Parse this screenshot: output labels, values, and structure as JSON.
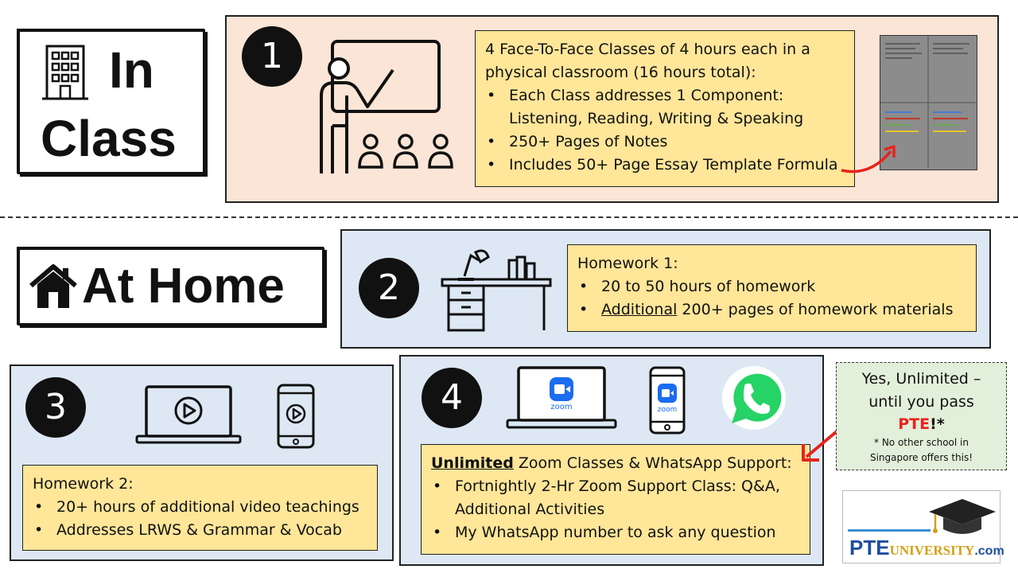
{
  "sections": {
    "in_class": {
      "label_1": "In",
      "label_2": "Class",
      "icon": "building-icon"
    },
    "at_home": {
      "label": "At Home",
      "icon": "house-icon"
    }
  },
  "steps": [
    {
      "number": "1",
      "intro": "4 Face-To-Face Classes of 4 hours each in a physical classroom (16 hours total):",
      "bullets": [
        "Each Class addresses 1 Component: Listening, Reading, Writing & Speaking",
        "250+ Pages of Notes",
        "Includes 50+ Page Essay Template Formula"
      ],
      "icon": "teacher-classroom-icon"
    },
    {
      "number": "2",
      "title": "Homework 1:",
      "bullets": [
        "20 to 50 hours of homework"
      ],
      "bullet_2_underlined": "Additional",
      "bullet_2_rest": " 200+ pages of homework materials",
      "icon": "desk-lamp-icon"
    },
    {
      "number": "3",
      "title": "Homework 2:",
      "bullets": [
        "20+ hours of additional video teachings",
        "Addresses LRWS & Grammar & Vocab"
      ],
      "icons": [
        "laptop-video-icon",
        "phone-video-icon"
      ]
    },
    {
      "number": "4",
      "title_underlined": "Unlimited",
      "title_rest": " Zoom Classes & WhatsApp Support:",
      "bullets": [
        "Fortnightly 2-Hr Zoom Support Class: Q&A, Additional Activities",
        "My WhatsApp number to ask any question"
      ],
      "zoom_label": "zoom",
      "icons": [
        "laptop-zoom-icon",
        "phone-zoom-icon",
        "whatsapp-icon"
      ]
    }
  ],
  "callout": {
    "line_1": "Yes, Unlimited –",
    "line_2": "until you pass",
    "pte": "PTE",
    "suffix": "!*",
    "footnote_1": "* No other school in",
    "footnote_2": "Singapore offers this!"
  },
  "logo": {
    "brand_1": "PTE",
    "brand_2": "UNIVERSITY",
    "brand_3": ".com"
  },
  "colors": {
    "pink_panel": "#fbe5d6",
    "blue_panel": "#dde8f4",
    "yellow_box": "#ffe699",
    "green_callout": "#e2efda",
    "arrow_red": "#e8231c",
    "pte_red": "#e8231c",
    "logo_blue": "#1f4e9c"
  }
}
